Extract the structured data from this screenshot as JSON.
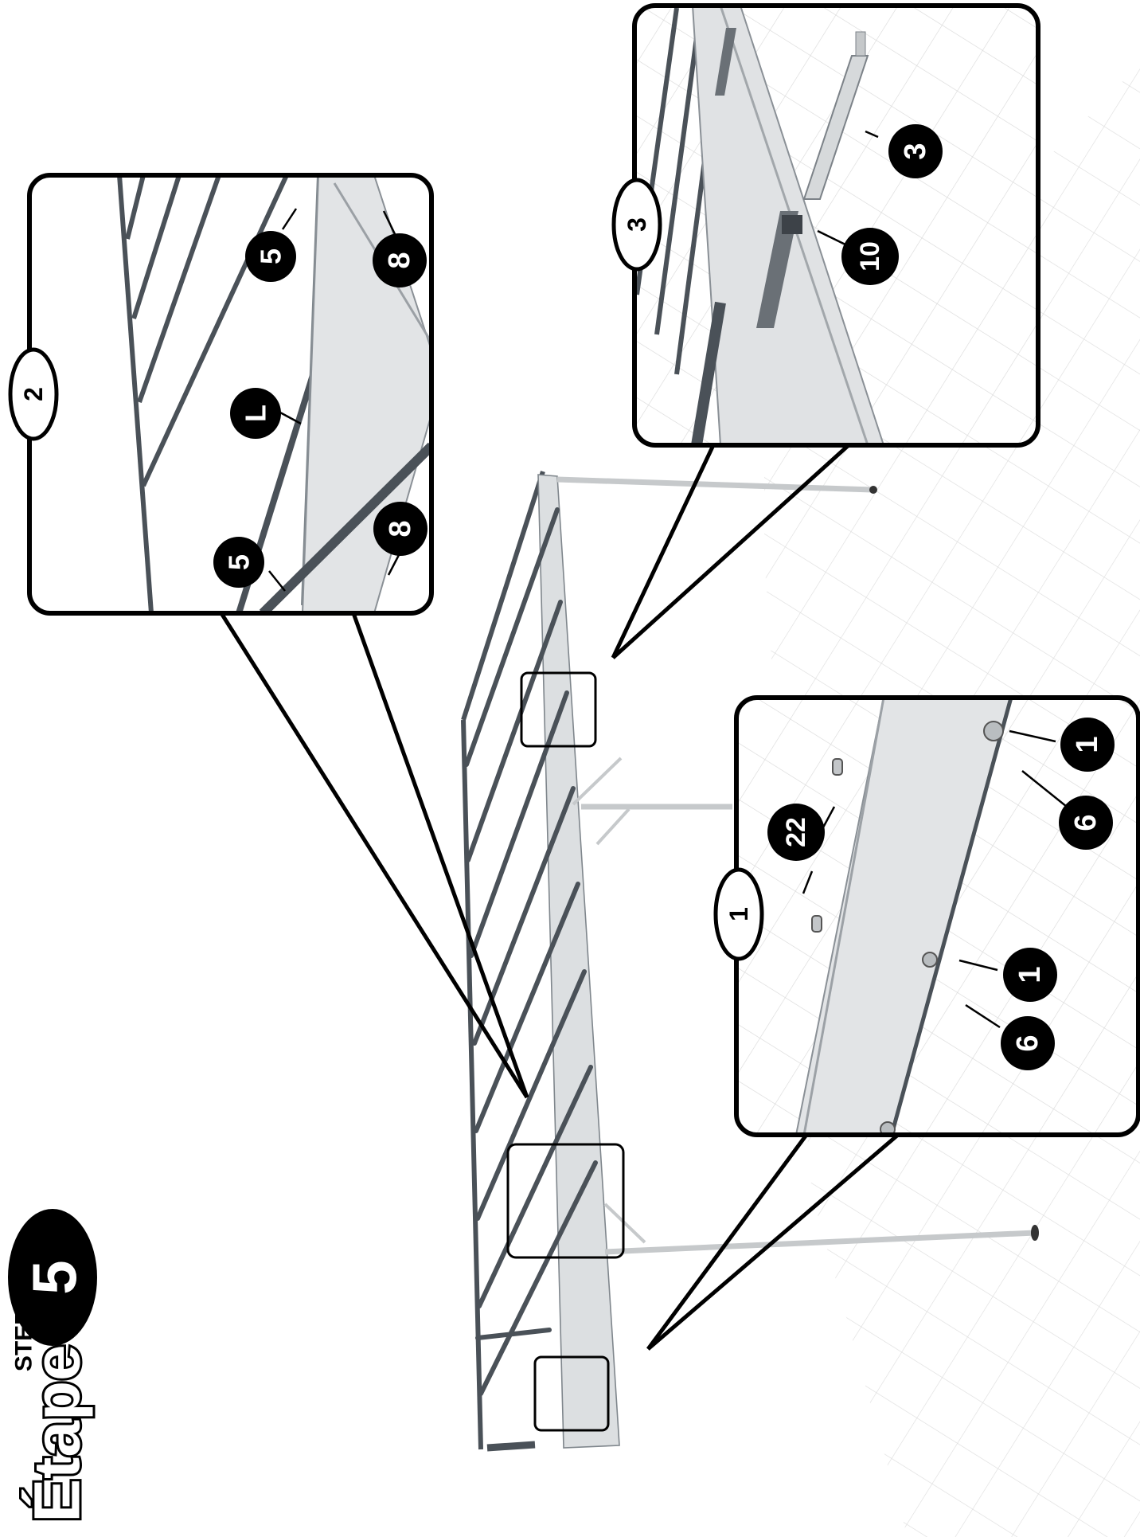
{
  "header": {
    "step_small": "STEP",
    "step_word": "Étape",
    "step_number": "5"
  },
  "colors": {
    "frame_dark": "#4a5158",
    "frame_light": "#d8dadc",
    "rail": "#c9ccce",
    "grid": "#dcdcdc",
    "badge": "#000000"
  },
  "callouts": {
    "detail_1": {
      "tab": "1",
      "labels": [
        "1",
        "1",
        "6",
        "6",
        "22"
      ]
    },
    "detail_2": {
      "tab": "2",
      "labels": [
        "5",
        "5",
        "8",
        "8",
        "L"
      ]
    },
    "detail_3": {
      "tab": "3",
      "labels": [
        "3",
        "10"
      ]
    }
  }
}
